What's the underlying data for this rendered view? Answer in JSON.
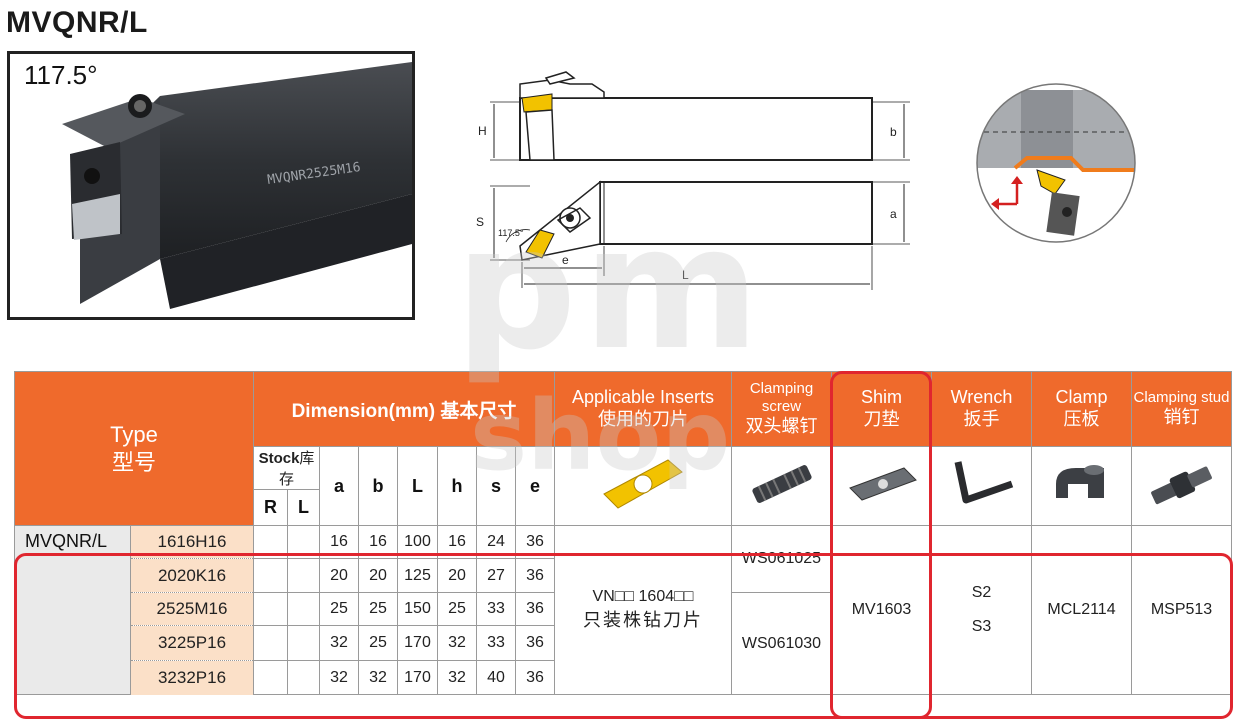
{
  "title": "MVQNR/L",
  "photo": {
    "angle": "117.5°",
    "engraving": "MVQNR2525M16"
  },
  "diagram": {
    "labels": {
      "H": "H",
      "b": "b",
      "S": "S",
      "a": "a",
      "angle": "117.5°",
      "e": "e",
      "L": "L"
    }
  },
  "watermark": {
    "line1": "pm",
    "line2": "shop"
  },
  "table": {
    "type_en": "Type",
    "type_cn": "型号",
    "dimension_header": "Dimension(mm) 基本尺寸",
    "stock_en": "Stock",
    "stock_cn": "库存",
    "stock_r": "R",
    "stock_l": "L",
    "dim_cols": [
      "a",
      "b",
      "L",
      "h",
      "s",
      "e"
    ],
    "acc_headers": [
      {
        "en": "Applicable Inserts",
        "cn": "使用的刀片"
      },
      {
        "en": "Clamping screw",
        "cn": "双头螺钉"
      },
      {
        "en": "Shim",
        "cn": "刀垫"
      },
      {
        "en": "Wrench",
        "cn": "扳手"
      },
      {
        "en": "Clamp",
        "cn": "压板"
      },
      {
        "en": "Clamping stud",
        "cn": "销钉"
      }
    ],
    "model": "MVQNR/L",
    "rows": [
      {
        "code": "1616H16",
        "dims": [
          "16",
          "16",
          "100",
          "16",
          "24",
          "36"
        ]
      },
      {
        "code": "2020K16",
        "dims": [
          "20",
          "20",
          "125",
          "20",
          "27",
          "36"
        ]
      },
      {
        "code": "2525M16",
        "dims": [
          "25",
          "25",
          "150",
          "25",
          "33",
          "36"
        ]
      },
      {
        "code": "3225P16",
        "dims": [
          "32",
          "25",
          "170",
          "32",
          "33",
          "36"
        ]
      },
      {
        "code": "3232P16",
        "dims": [
          "32",
          "32",
          "170",
          "32",
          "40",
          "36"
        ]
      }
    ],
    "insert_line1": "VN□□ 1604□□",
    "insert_line2": "只装株钻刀片",
    "screw_1": "WS061025",
    "screw_2": "WS061030",
    "shim": "MV1603",
    "wrench_1": "S2",
    "wrench_2": "S3",
    "clamp": "MCL2114",
    "stud": "MSP513"
  },
  "colors": {
    "header_orange": "#ef6a2c",
    "highlight_red": "#e0262f",
    "insert_yellow": "#f2c200"
  }
}
